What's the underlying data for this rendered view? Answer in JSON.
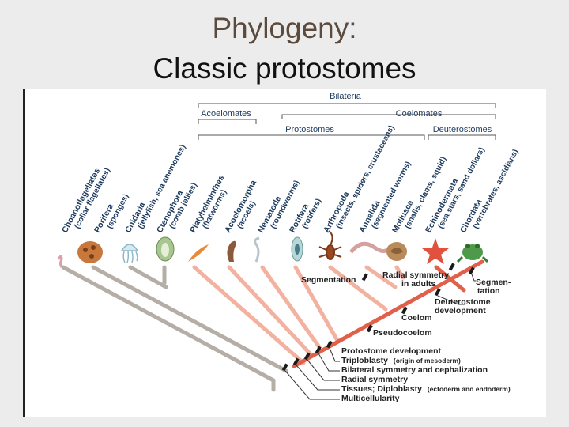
{
  "title": {
    "line1": "Phylogeny:",
    "line2": "Classic protostomes"
  },
  "groups": {
    "bilateria": "Bilateria",
    "acoelomates": "Acoelomates",
    "coelomates": "Coelomates",
    "protostomes": "Protostomes",
    "deuterostomes": "Deuterostomes"
  },
  "taxa": [
    {
      "name": "Choanoflagellates",
      "common": "(collar flagellates)"
    },
    {
      "name": "Porifera",
      "common": "(sponges)"
    },
    {
      "name": "Cnidaria",
      "common": "(jellyfish, sea anemones)"
    },
    {
      "name": "Ctenophora",
      "common": "(comb jellies)"
    },
    {
      "name": "Platyhelminthes",
      "common": "(flatworms)"
    },
    {
      "name": "Acoelomorpha",
      "common": "(acoels)"
    },
    {
      "name": "Nematoda",
      "common": "(roundworms)"
    },
    {
      "name": "Rotifera",
      "common": "(rotifers)"
    },
    {
      "name": "Arthropoda",
      "common": "(insects, spiders, crustaceans)"
    },
    {
      "name": "Annelida",
      "common": "(segmented worms)"
    },
    {
      "name": "Mollusca",
      "common": "(snails, clams, squid)"
    },
    {
      "name": "Echinodermata",
      "common": "(sea stars, sand dollars)"
    },
    {
      "name": "Chordata",
      "common": "(vertebrates, ascidians)"
    }
  ],
  "traits": {
    "segmentation": "Segmentation",
    "radial_adults_1": "Radial symmetry",
    "radial_adults_2": "in adults",
    "segmentation2_1": "Segmen-",
    "segmentation2_2": "tation",
    "deut_dev_1": "Deuterostome",
    "deut_dev_2": "development",
    "coelom": "Coelom",
    "pseudocoelom": "Pseudocoelom",
    "protostome_dev": "Protostome development",
    "triploblasty": "Triploblasty",
    "triploblasty_note": "(origin of mesoderm)",
    "bilateral": "Bilateral symmetry and cephalization",
    "radial": "Radial symmetry",
    "tissues": "Tissues; Diploblasty",
    "tissues_note": "(ectoderm and endoderm)",
    "multicellularity": "Multicellularity"
  },
  "colors": {
    "title_line1": "#5b4a3e",
    "title_line2": "#111111",
    "header_text": "#1c3a5e",
    "tree_gray": "#b5aea6",
    "tree_salmon": "#f3b1a0",
    "tree_red": "#e0604a",
    "marker": "#1a1a1a"
  }
}
